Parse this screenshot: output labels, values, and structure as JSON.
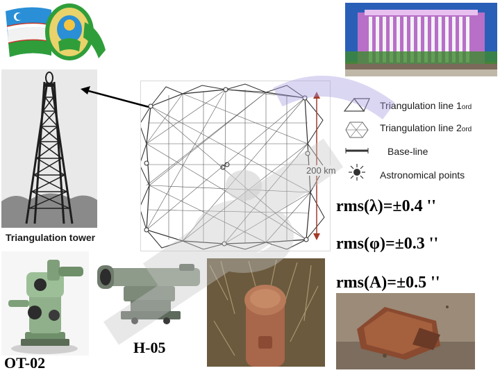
{
  "legend": {
    "items": [
      {
        "name": "Triangulation line 1",
        "order": "ord",
        "icon": "triangle-pair-icon"
      },
      {
        "name": "Triangulation line 2",
        "order": "ord",
        "icon": "hexagon-network-icon"
      },
      {
        "name": "Base-line",
        "icon": "baseline-bar-icon"
      },
      {
        "name": "Astronomical points",
        "icon": "sun-star-icon"
      }
    ]
  },
  "scale_label": "200 km",
  "tower_caption": "Triangulation tower",
  "accuracy": {
    "lambda": "rms(λ)=±0.4 ''",
    "phi": "rms(φ)=±0.3 ''",
    "azimuth": "rms(A)=±0.5 ''"
  },
  "instruments": {
    "theodolite": "OT-02",
    "level": "H-05"
  },
  "colors": {
    "flag_blue": "#2a8fd6",
    "flag_green": "#2f9e3a",
    "watermark": "#c8c8c8",
    "scale_arrow": "#a33a2a"
  }
}
